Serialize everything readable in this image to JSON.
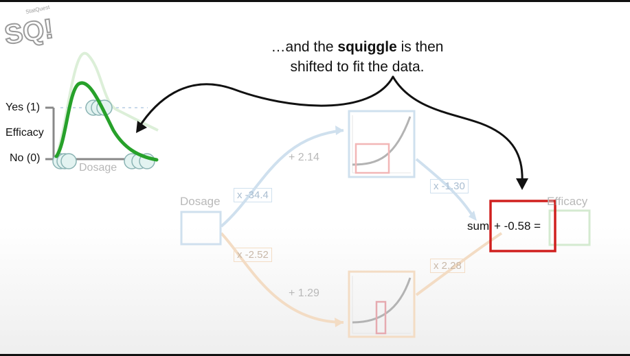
{
  "logo": {
    "text": "StatQuest",
    "lettering": "SQ!"
  },
  "caption": {
    "line1_prefix": "…and the ",
    "line1_bold": "squiggle",
    "line1_suffix": " is then",
    "line2": "shifted to fit the data."
  },
  "graph": {
    "y_label": "Efficacy",
    "y_top": "Yes (1)",
    "y_bottom": "No (0)",
    "x_label": "Dosage"
  },
  "network": {
    "input_label": "Dosage",
    "output_label": "Efficacy",
    "top_weight": "x -34.4",
    "bottom_weight": "x -2.52",
    "top_bias": "+ 2.14",
    "bottom_bias": "+ 1.29",
    "top_out_weight": "x -1.30",
    "bottom_out_weight": "x 2.28",
    "sum_prefix": "sum",
    "sum_bias": "+ -0.58 ="
  },
  "colors": {
    "squiggle": "#27a12a",
    "highlight_box": "#d0201f",
    "arrow": "#111111",
    "top_path": "#cfe0ee",
    "bottom_path": "#f3dcc4"
  }
}
